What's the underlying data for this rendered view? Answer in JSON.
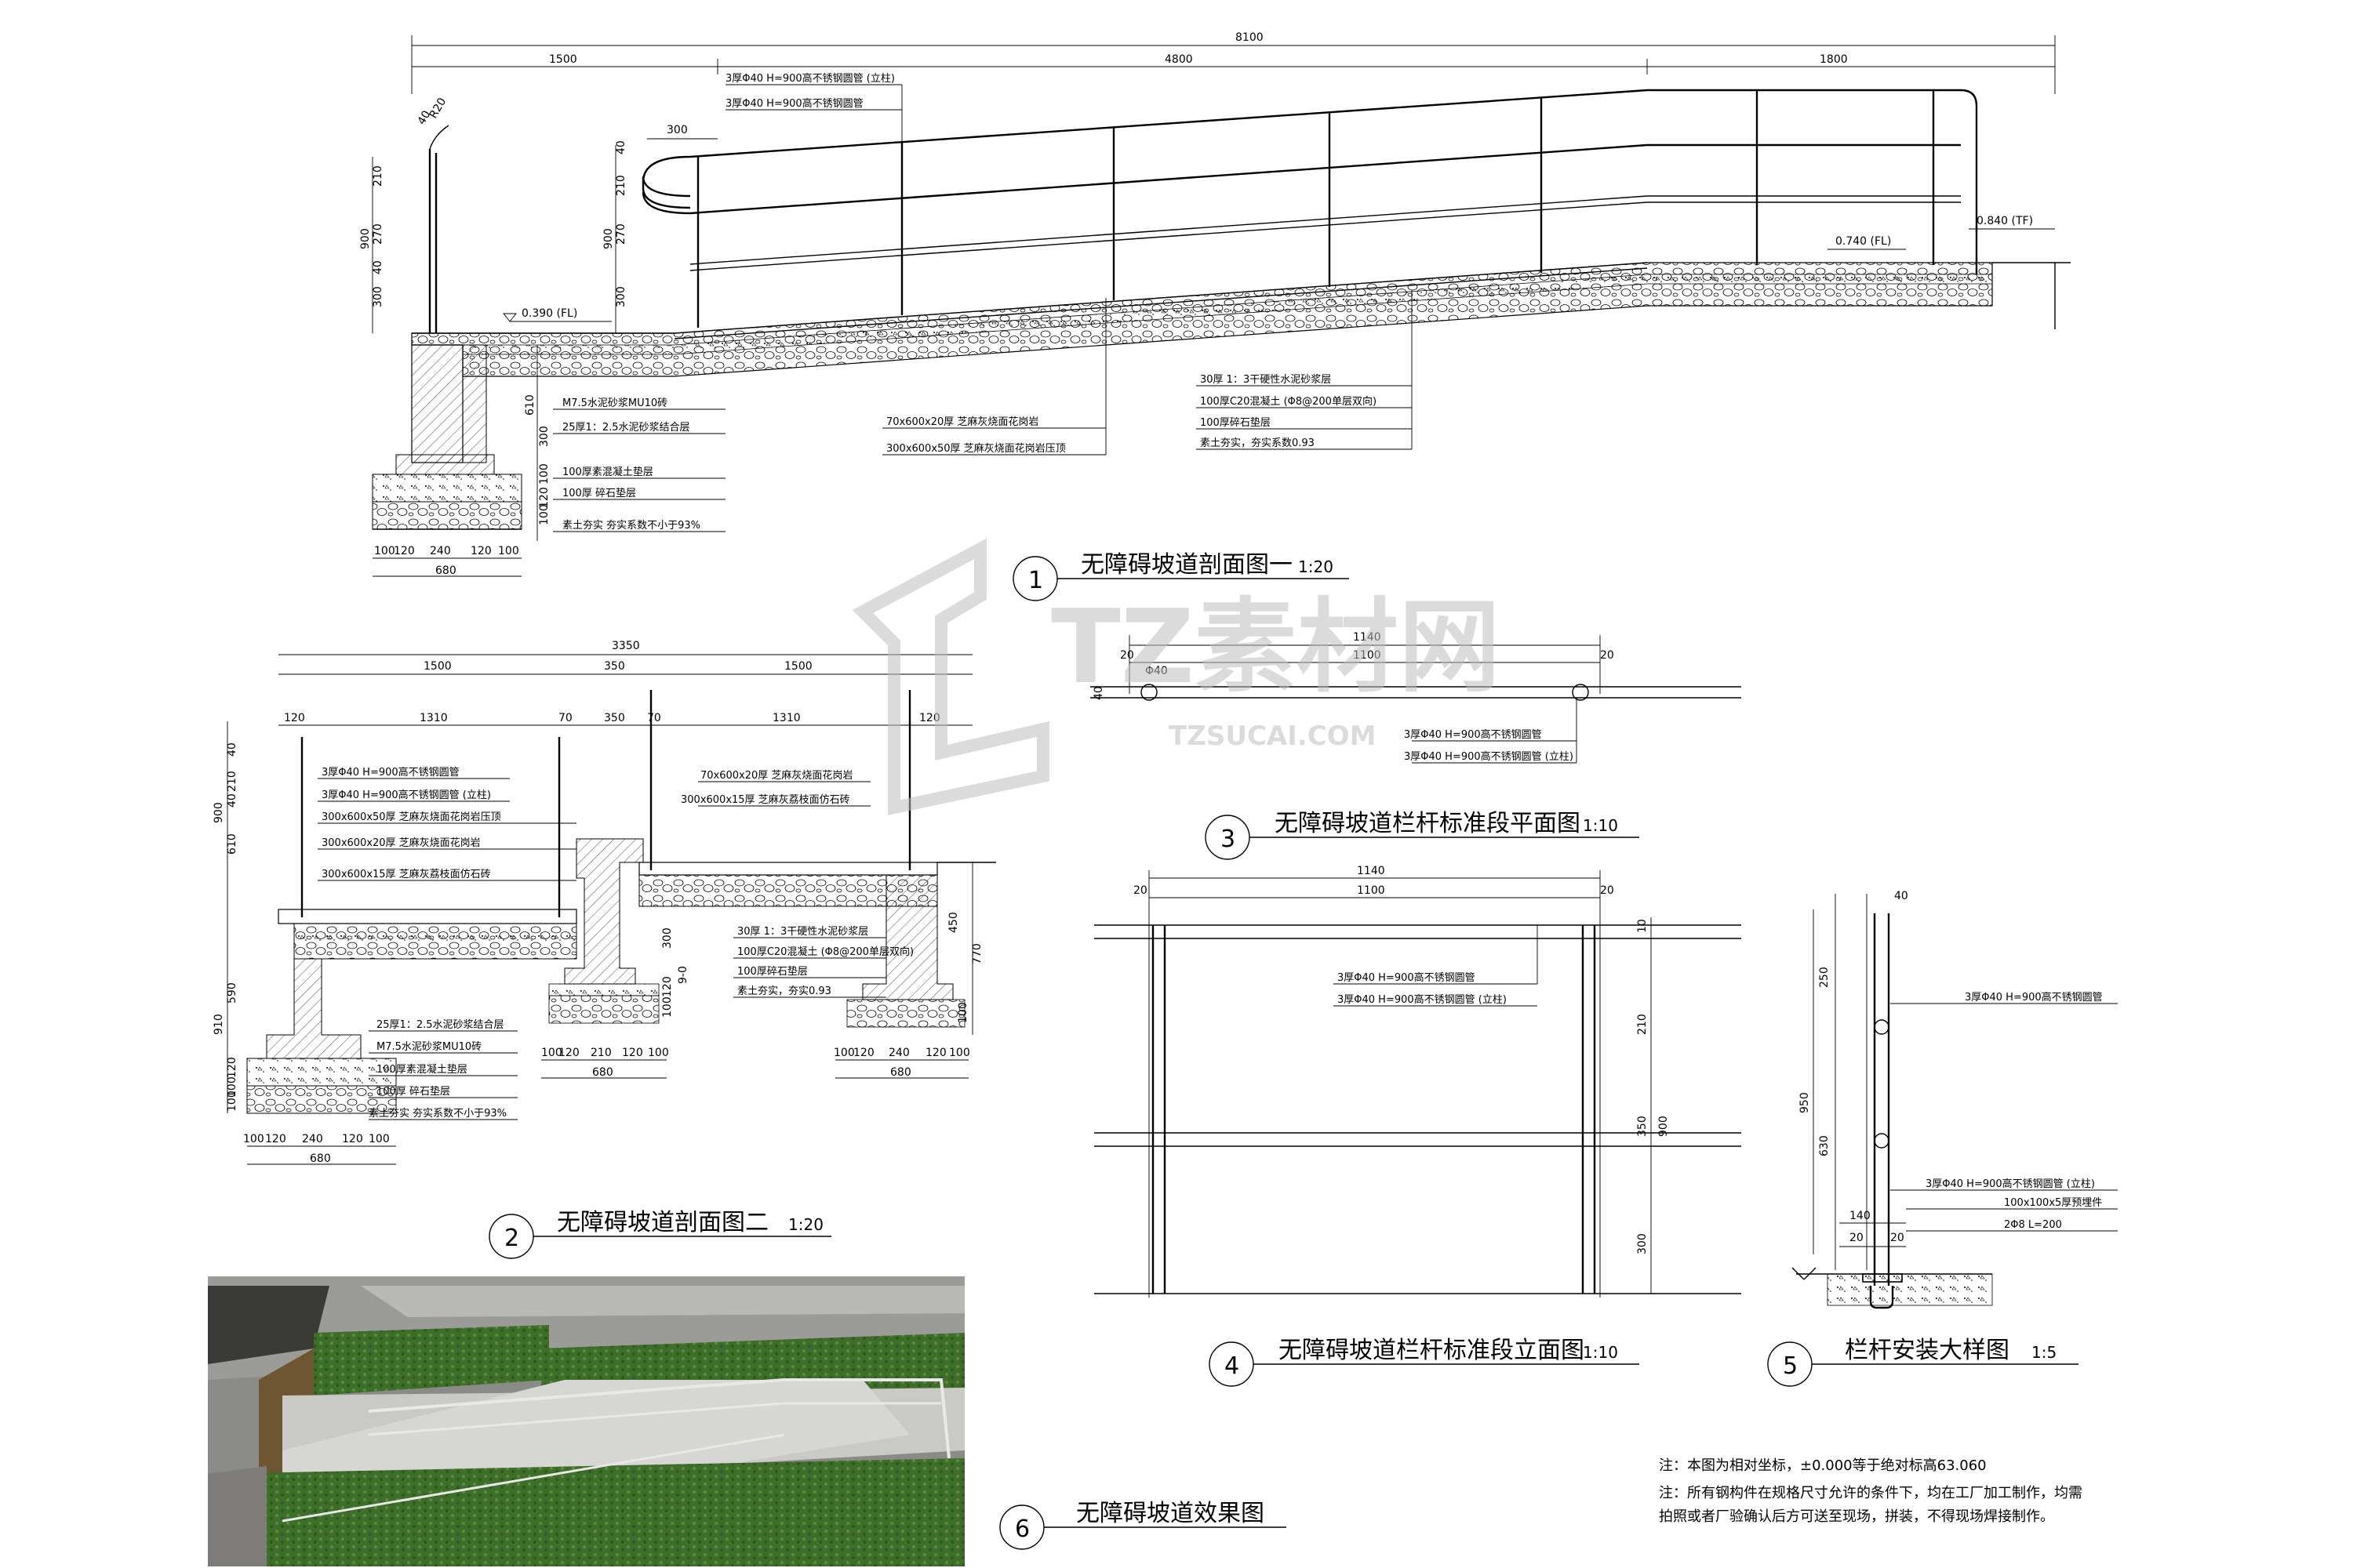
{
  "drawings": [
    {
      "number": "1",
      "title": "无障碍坡道剖面图一",
      "scale": "1:20"
    },
    {
      "number": "2",
      "title": "无障碍坡道剖面图二",
      "scale": "1:20"
    },
    {
      "number": "3",
      "title": "无障碍坡道栏杆标准段平面图",
      "scale": "1:10"
    },
    {
      "number": "4",
      "title": "无障碍坡道栏杆标准段立面图",
      "scale": "1:10"
    },
    {
      "number": "5",
      "title": "栏杆安装大样图",
      "scale": "1:5"
    },
    {
      "number": "6",
      "title": "无障碍坡道效果图",
      "scale": ""
    }
  ],
  "section1": {
    "dims_top": [
      "8100",
      "1500",
      "4800",
      "1800"
    ],
    "dim_300": "300",
    "dims_left": [
      "40",
      "210",
      "270",
      "300",
      "900"
    ],
    "dims_left2": [
      "40",
      "210",
      "270",
      "300",
      "900"
    ],
    "phi": "R20",
    "levels": [
      "0.390 (FL)",
      "0.740 (FL)",
      "0.840 (TF)"
    ],
    "leaders_top": [
      "3厚Φ40 H=900高不锈钢圆管 (立柱)",
      "3厚Φ40 H=900高不锈钢圆管"
    ],
    "leaders_left": [
      "M7.5水泥砂浆MU10砖",
      "25厚1：2.5水泥砂浆结合层",
      "100厚素混凝土垫层",
      "100厚 碎石垫层",
      "素土夯实 夯实系数不小于93%"
    ],
    "leaders_mid": [
      "70x600x20厚 芝麻灰烧面花岗岩",
      "300x600x50厚 芝麻灰烧面花岗岩压顶"
    ],
    "leaders_right": [
      "30厚 1：3干硬性水泥砂浆层",
      "100厚C20混凝土 (Φ8@200单层双向)",
      "100厚碎石垫层",
      "素土夯实，夯实系数0.93"
    ],
    "foot_dims": [
      "100",
      "120",
      "240",
      "120",
      "100"
    ],
    "foot_total": "680",
    "foot_heights": [
      "300",
      "100",
      "120",
      "100"
    ],
    "wall_dim": "610"
  },
  "section2": {
    "dims_top": [
      "3350",
      "1500",
      "350",
      "1500"
    ],
    "dims_sub": [
      "120",
      "1310",
      "70",
      "350",
      "70",
      "1310",
      "120"
    ],
    "dims_left": [
      "40",
      "210",
      "40",
      "610",
      "900"
    ],
    "dims_left2": [
      "590",
      "910",
      "120",
      "100",
      "100"
    ],
    "leaders": [
      "3厚Φ40 H=900高不锈钢圆管",
      "3厚Φ40 H=900高不锈钢圆管 (立柱)",
      "300x600x50厚 芝麻灰烧面花岗岩压顶",
      "300x600x20厚 芝麻灰烧面花岗岩",
      "300x600x15厚 芝麻灰荔枝面仿石砖"
    ],
    "leaders_right_top": [
      "70x600x20厚 芝麻灰烧面花岗岩",
      "300x600x15厚 芝麻灰荔枝面仿石砖"
    ],
    "leaders_mid": [
      "30厚 1：3干硬性水泥砂浆层",
      "100厚C20混凝土 (Φ8@200单层双向)",
      "100厚碎石垫层",
      "素土夯实，夯实0.93"
    ],
    "leaders_left": [
      "25厚1：2.5水泥砂浆结合层",
      "M7.5水泥砂浆MU10砖",
      "100厚素混凝土垫层",
      "100厚 碎石垫层",
      "素土夯实 夯实系数不小于93%"
    ],
    "mid_dims": [
      "300",
      "9-0",
      "120",
      "100"
    ],
    "right_dims": [
      "450",
      "770",
      "100"
    ],
    "foot_dims": [
      "100",
      "120",
      "240",
      "120",
      "100"
    ],
    "foot_total": "680",
    "foot_dims_b": [
      "100",
      "120",
      "210",
      "120",
      "100"
    ],
    "foot_total_b": "680",
    "foot_dims_c": [
      "100",
      "120",
      "240",
      "120",
      "100"
    ],
    "foot_total_c": "680"
  },
  "section3": {
    "dims": [
      "1140",
      "1100",
      "20",
      "20"
    ],
    "phi": "Φ40",
    "side": "40",
    "leaders": [
      "3厚Φ40 H=900高不锈钢圆管",
      "3厚Φ40 H=900高不锈钢圆管 (立柱)"
    ]
  },
  "section4": {
    "dims": [
      "1140",
      "1100",
      "20",
      "20"
    ],
    "right_dims": [
      "10",
      "210",
      "350",
      "300",
      "900"
    ],
    "leaders": [
      "3厚Φ40 H=900高不锈钢圆管",
      "3厚Φ40 H=900高不锈钢圆管 (立柱)"
    ]
  },
  "section5": {
    "top": "40",
    "dims": [
      "250",
      "630",
      "950",
      "140",
      "20",
      "20"
    ],
    "leaders": [
      "3厚Φ40 H=900高不锈钢圆管",
      "3厚Φ40 H=900高不锈钢圆管 (立柱)",
      "100x100x5厚预埋件",
      "2Φ8  L=200"
    ]
  },
  "notes": [
    "注：本图为相对坐标，±0.000等于绝对标高63.060",
    "注：所有钢构件在规格尺寸允许的条件下，均在工厂加工制作，均需",
    "拍照或者厂验确认后方可送至现场，拼装，不得现场焊接制作。"
  ],
  "watermark": {
    "main": "TZ素材网",
    "sub": "TZSUCAI.COM"
  }
}
